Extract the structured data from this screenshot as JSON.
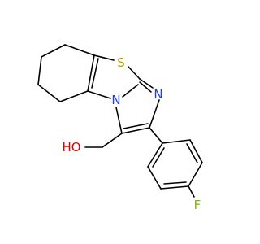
{
  "molecule": {
    "atoms": {
      "sulfur": {
        "symbol": "S",
        "color": "#b3a300"
      },
      "nitrogen_imine": {
        "symbol": "N",
        "color": "#1f3df0"
      },
      "nitrogen_bridge": {
        "symbol": "N",
        "color": "#1f3df0"
      },
      "oxygen": {
        "symbol": "HO",
        "color": "#e00000"
      },
      "fluorine": {
        "symbol": "F",
        "color": "#7fb800"
      }
    },
    "bond_color": "#000000"
  }
}
